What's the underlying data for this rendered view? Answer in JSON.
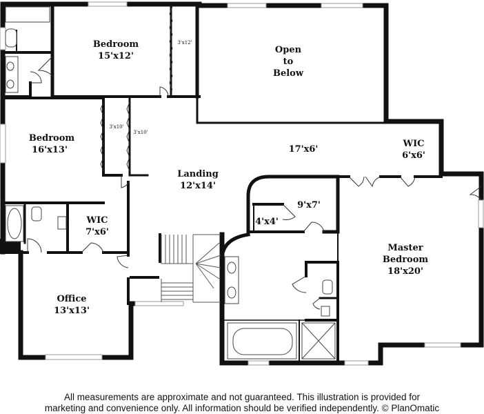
{
  "rooms": {
    "bedroom_top": {
      "name": "Bedroom",
      "dim": "15'x12'"
    },
    "open_to_below": {
      "line1": "Open",
      "line2": "to",
      "line3": "Below"
    },
    "bedroom_left": {
      "name": "Bedroom",
      "dim": "16'x13'"
    },
    "landing": {
      "name": "Landing",
      "dim": "12'x14'"
    },
    "balcony": {
      "dim": "17'x6'"
    },
    "wic_right": {
      "name": "WIC",
      "dim": "6'x6'"
    },
    "closet_9x7": {
      "dim": "9'x7'"
    },
    "closet_4x4": {
      "dim": "4'x4'"
    },
    "wic_left": {
      "name": "WIC",
      "dim": "7'x6'"
    },
    "master": {
      "name": "Master",
      "name2": "Bedroom",
      "dim": "18'x20'"
    },
    "office": {
      "name": "Office",
      "dim": "13'x13'"
    }
  },
  "closet_dims": {
    "c1": "3'x12'",
    "c2": "3'x10'",
    "c3": "3'x10'"
  },
  "disclaimer": {
    "line1": "All measurements are approximate and not guaranteed. This illustration is provided for",
    "line2": "marketing and convenience only. All information should be verified independently. © PlanOmatic"
  }
}
